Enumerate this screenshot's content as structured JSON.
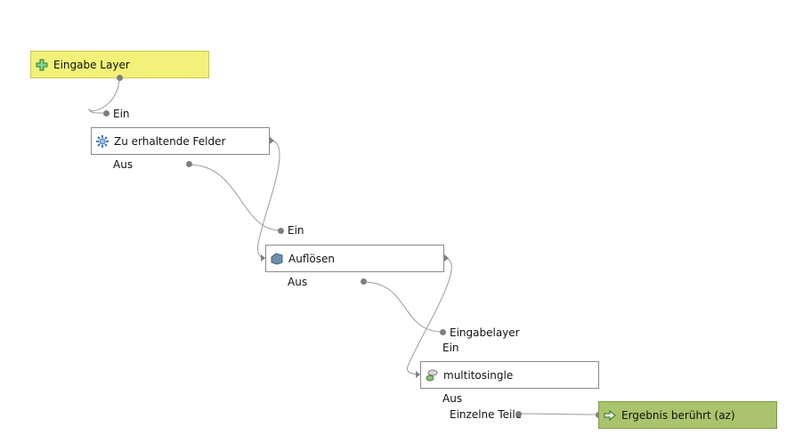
{
  "nodes": {
    "input_layer": {
      "label": "Eingabe Layer",
      "icon": "plus-icon",
      "color": "#f2f27a"
    },
    "fields": {
      "label": "Zu erhaltende Felder",
      "icon": "gear-icon",
      "in_label": "Ein",
      "out_label": "Aus"
    },
    "dissolve": {
      "label": "Auflösen",
      "icon": "dissolve-icon",
      "in_label": "Ein",
      "out_label": "Aus"
    },
    "multitosingle": {
      "label": "multitosingle",
      "icon": "multipart-icon",
      "in_label_1": "Eingabelayer",
      "in_label_2": "Ein",
      "out_label_1": "Aus",
      "out_label_2": "Einzelne Teile"
    },
    "output": {
      "label": "Ergebnis berührt (az)",
      "icon": "arrow-right-icon",
      "color": "#a9c46c"
    }
  }
}
